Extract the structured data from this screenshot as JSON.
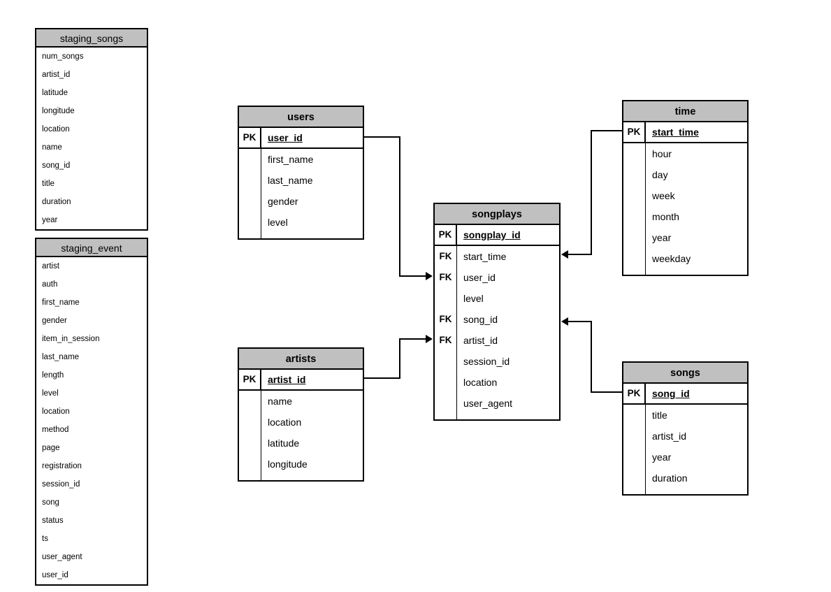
{
  "diagram": {
    "type": "entity-relationship-diagram",
    "background_color": "#ffffff",
    "header_fill": "#c0c0c0",
    "line_color": "#000000"
  },
  "staging_tables": [
    {
      "name": "staging_songs",
      "columns": [
        "num_songs",
        "artist_id",
        "latitude",
        "longitude",
        "location",
        "name",
        "song_id",
        "title",
        "duration",
        "year"
      ]
    },
    {
      "name": "staging_event",
      "columns": [
        "artist",
        "auth",
        "first_name",
        "gender",
        "item_in_session",
        "last_name",
        "length",
        "level",
        "location",
        "method",
        "page",
        "registration",
        "session_id",
        "song",
        "status",
        "ts",
        "user_agent",
        "user_id"
      ]
    }
  ],
  "entity_tables": [
    {
      "name": "users",
      "rows": [
        {
          "key": "PK",
          "column": "user_id"
        },
        {
          "key": "",
          "column": "first_name"
        },
        {
          "key": "",
          "column": "last_name"
        },
        {
          "key": "",
          "column": "gender"
        },
        {
          "key": "",
          "column": "level"
        }
      ]
    },
    {
      "name": "songplays",
      "rows": [
        {
          "key": "PK",
          "column": "songplay_id"
        },
        {
          "key": "FK",
          "column": "start_time"
        },
        {
          "key": "FK",
          "column": "user_id"
        },
        {
          "key": "",
          "column": "level"
        },
        {
          "key": "FK",
          "column": "song_id"
        },
        {
          "key": "FK",
          "column": "artist_id"
        },
        {
          "key": "",
          "column": "session_id"
        },
        {
          "key": "",
          "column": "location"
        },
        {
          "key": "",
          "column": "user_agent"
        }
      ]
    },
    {
      "name": "time",
      "rows": [
        {
          "key": "PK",
          "column": "start_time"
        },
        {
          "key": "",
          "column": "hour"
        },
        {
          "key": "",
          "column": "day"
        },
        {
          "key": "",
          "column": "week"
        },
        {
          "key": "",
          "column": "month"
        },
        {
          "key": "",
          "column": "year"
        },
        {
          "key": "",
          "column": "weekday"
        }
      ]
    },
    {
      "name": "artists",
      "rows": [
        {
          "key": "PK",
          "column": "artist_id"
        },
        {
          "key": "",
          "column": "name"
        },
        {
          "key": "",
          "column": "location"
        },
        {
          "key": "",
          "column": "latitude"
        },
        {
          "key": "",
          "column": "longitude"
        }
      ]
    },
    {
      "name": "songs",
      "rows": [
        {
          "key": "PK",
          "column": "song_id"
        },
        {
          "key": "",
          "column": "title"
        },
        {
          "key": "",
          "column": "artist_id"
        },
        {
          "key": "",
          "column": "year"
        },
        {
          "key": "",
          "column": "duration"
        }
      ]
    }
  ],
  "relationships": [
    {
      "from": "users.user_id",
      "to": "songplays.user_id"
    },
    {
      "from": "artists.artist_id",
      "to": "songplays.artist_id"
    },
    {
      "from": "time.start_time",
      "to": "songplays.start_time"
    },
    {
      "from": "songs.song_id",
      "to": "songplays.song_id"
    }
  ]
}
